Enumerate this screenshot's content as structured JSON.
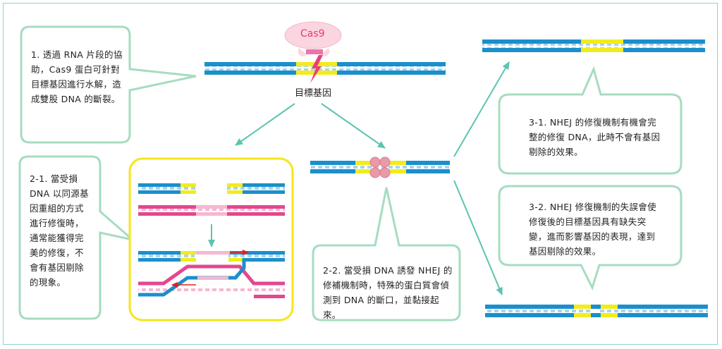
{
  "labels": {
    "cas9": "Cas9",
    "target_gene": "目標基因"
  },
  "callouts": {
    "step1": "1. 透過 RNA 片段的協助，Cas9 蛋白可針對目標基因進行水解，造成雙股 DNA 的斷裂。",
    "step2_1": "2-1. 當受損 DNA 以同源基因重組的方式進行修復時，通常能獲得完美的修復，不會有基因剔除的現象。",
    "step2_2": "2-2. 當受損 DNA 誘發 NHEJ 的修補機制時，特殊的蛋白質會偵測到 DNA 的斷口，並黏接起來。",
    "step3_1": "3-1. NHEJ 的修復機制有機會完整的修復 DNA，此時不會有基因剔除的效果。",
    "step3_2": "3-2. NHEJ 修復機制的失誤會使修復後的目標基因具有缺失突變，進而影響基因的表現，達到基因剔除的效果。"
  },
  "colors": {
    "dna_blue": "#1b8fcc",
    "dna_dash": "#a8d4ef",
    "gene_yellow": "#f2ec1c",
    "homolog_pink": "#e5468f",
    "homolog_light": "#f5b7d2",
    "callout_border": "#a6dcc0",
    "arrow_teal": "#5cc4b0",
    "highlight_box": "#f6e61a",
    "cas9_fill": "#fbd5df",
    "cas9_text": "#e63a73",
    "protein": "#e99aa8",
    "red_arrow": "#e02020"
  },
  "icons": [
    "cas9-protein-icon",
    "cut-bolt-icon",
    "repair-protein-icon",
    "arrow-icon"
  ]
}
